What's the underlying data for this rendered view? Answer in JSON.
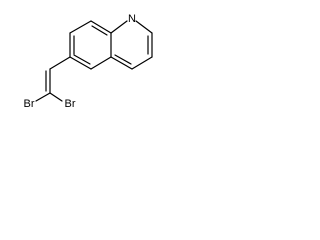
{
  "molecule": {
    "atoms": {
      "nitrogen": "N",
      "bromine_left": "Br",
      "bromine_right": "Br"
    }
  }
}
